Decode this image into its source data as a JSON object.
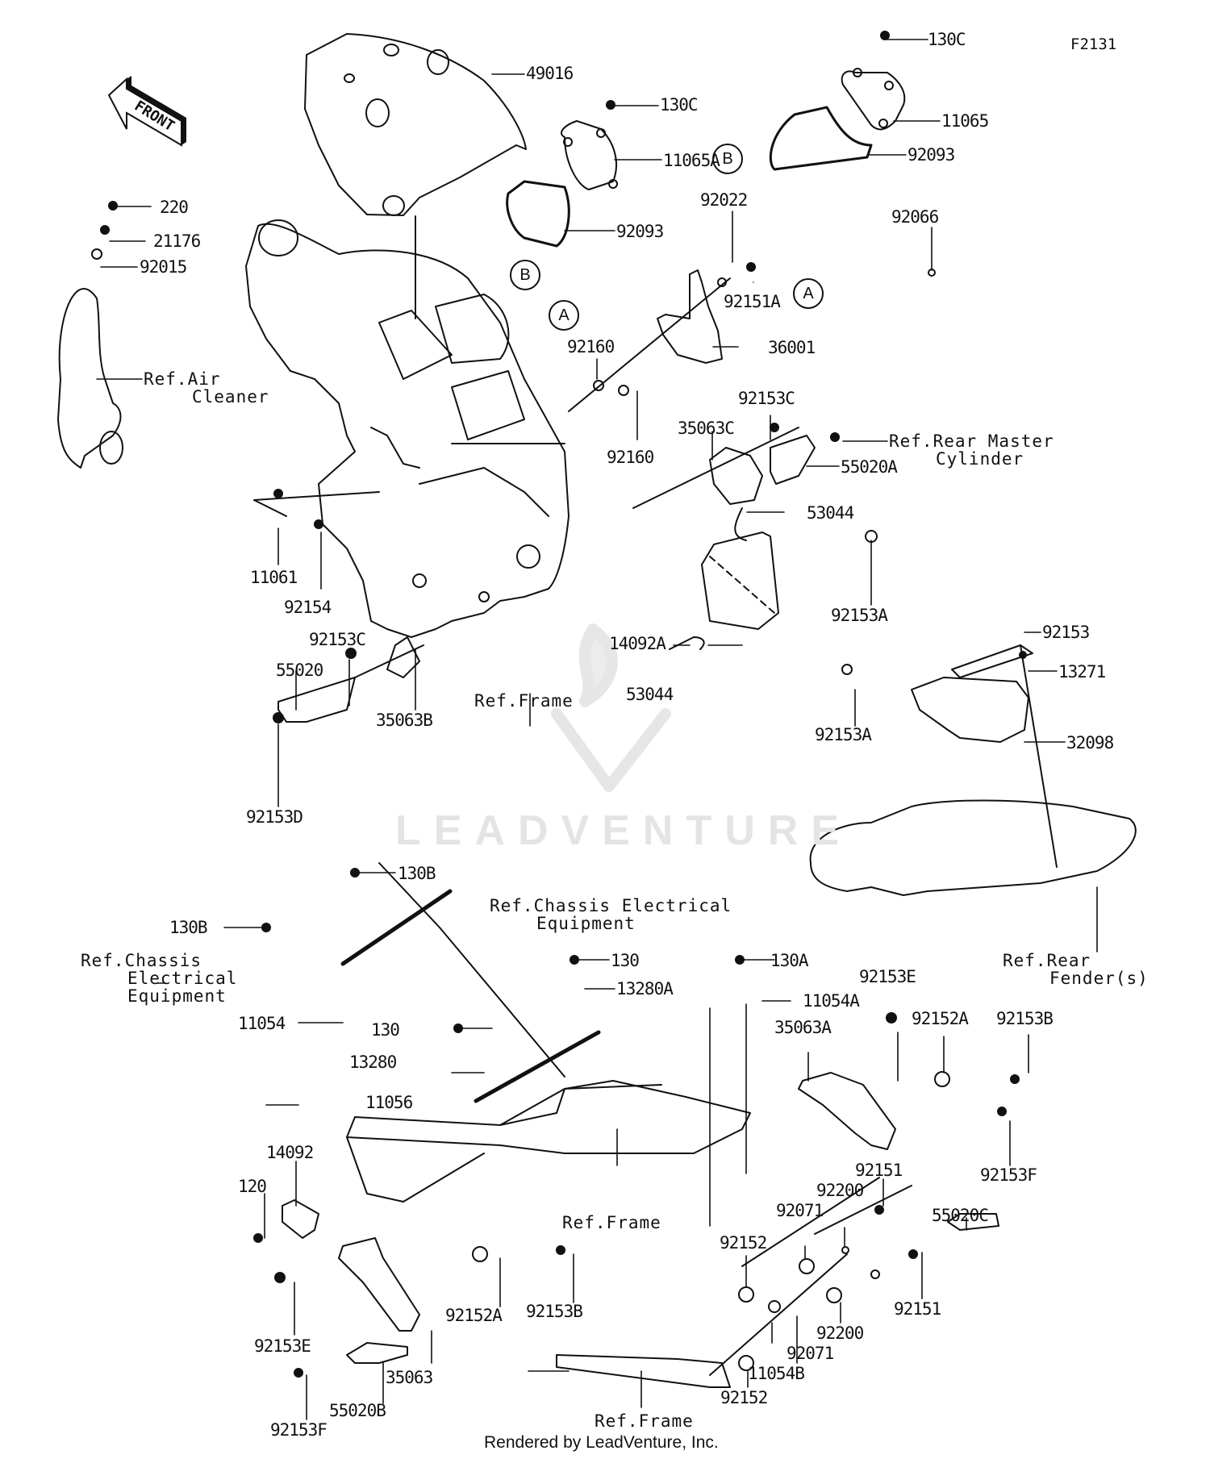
{
  "figure_id": "F2131",
  "footer": "Rendered by LeadVenture, Inc.",
  "watermark": "LEADVENTURE",
  "front_indicator": "FRONT",
  "reference_markers": [
    {
      "id": "marker-a-top",
      "letter": "A"
    },
    {
      "id": "marker-b-top",
      "letter": "B"
    },
    {
      "id": "marker-a-right",
      "letter": "A"
    },
    {
      "id": "marker-b-right",
      "letter": "B"
    }
  ],
  "part_labels": [
    {
      "id": "p49016",
      "text": "49016"
    },
    {
      "id": "p130c-1",
      "text": "130C"
    },
    {
      "id": "p11065a",
      "text": "11065A"
    },
    {
      "id": "p92093-1",
      "text": "92093"
    },
    {
      "id": "p130c-2",
      "text": "130C"
    },
    {
      "id": "p11065",
      "text": "11065"
    },
    {
      "id": "p92093-2",
      "text": "92093"
    },
    {
      "id": "p92066",
      "text": "92066"
    },
    {
      "id": "p220",
      "text": "220"
    },
    {
      "id": "p21176",
      "text": "21176"
    },
    {
      "id": "p92015",
      "text": "92015"
    },
    {
      "id": "p92022",
      "text": "92022"
    },
    {
      "id": "p92151a",
      "text": "92151A"
    },
    {
      "id": "p36001",
      "text": "36001"
    },
    {
      "id": "p92160-1",
      "text": "92160"
    },
    {
      "id": "p92160-2",
      "text": "92160"
    },
    {
      "id": "p92153c-1",
      "text": "92153C"
    },
    {
      "id": "p35063c",
      "text": "35063C"
    },
    {
      "id": "p55020a",
      "text": "55020A"
    },
    {
      "id": "p53044-1",
      "text": "53044"
    },
    {
      "id": "p92153a-1",
      "text": "92153A"
    },
    {
      "id": "p14092a",
      "text": "14092A"
    },
    {
      "id": "p53044-2",
      "text": "53044"
    },
    {
      "id": "p92153a-2",
      "text": "92153A"
    },
    {
      "id": "p11061",
      "text": "11061"
    },
    {
      "id": "p92154",
      "text": "92154"
    },
    {
      "id": "p92153c-2",
      "text": "92153C"
    },
    {
      "id": "p55020",
      "text": "55020"
    },
    {
      "id": "p35063b",
      "text": "35063B"
    },
    {
      "id": "p92153d",
      "text": "92153D"
    },
    {
      "id": "p92153",
      "text": "92153"
    },
    {
      "id": "p13271",
      "text": "13271"
    },
    {
      "id": "p32098",
      "text": "32098"
    },
    {
      "id": "p130b-1",
      "text": "130B"
    },
    {
      "id": "p130b-2",
      "text": "130B"
    },
    {
      "id": "p11054",
      "text": "11054"
    },
    {
      "id": "p130-1",
      "text": "130"
    },
    {
      "id": "p13280a",
      "text": "13280A"
    },
    {
      "id": "p130-2",
      "text": "130"
    },
    {
      "id": "p13280",
      "text": "13280"
    },
    {
      "id": "p11056",
      "text": "11056"
    },
    {
      "id": "p130a",
      "text": "130A"
    },
    {
      "id": "p11054a",
      "text": "11054A"
    },
    {
      "id": "p92153e-1",
      "text": "92153E"
    },
    {
      "id": "p35063a",
      "text": "35063A"
    },
    {
      "id": "p92152a-1",
      "text": "92152A"
    },
    {
      "id": "p92153b-1",
      "text": "92153B"
    },
    {
      "id": "p92153f-1",
      "text": "92153F"
    },
    {
      "id": "p55020c",
      "text": "55020C"
    },
    {
      "id": "p14092",
      "text": "14092"
    },
    {
      "id": "p120",
      "text": "120"
    },
    {
      "id": "p92153e-2",
      "text": "92153E"
    },
    {
      "id": "p92152a-2",
      "text": "92152A"
    },
    {
      "id": "p92153b-2",
      "text": "92153B"
    },
    {
      "id": "p35063",
      "text": "35063"
    },
    {
      "id": "p55020b",
      "text": "55020B"
    },
    {
      "id": "p92153f-2",
      "text": "92153F"
    },
    {
      "id": "p92151-1",
      "text": "92151"
    },
    {
      "id": "p92200-1",
      "text": "92200"
    },
    {
      "id": "p92071-1",
      "text": "92071"
    },
    {
      "id": "p92152-1",
      "text": "92152"
    },
    {
      "id": "p92151-2",
      "text": "92151"
    },
    {
      "id": "p92200-2",
      "text": "92200"
    },
    {
      "id": "p92071-2",
      "text": "92071"
    },
    {
      "id": "p11054b",
      "text": "11054B"
    },
    {
      "id": "p92152-2",
      "text": "92152"
    }
  ],
  "reference_labels": {
    "air_cleaner": [
      "Ref.Air",
      "Cleaner"
    ],
    "rear_master_cylinder": [
      "Ref.Rear Master",
      "Cylinder"
    ],
    "frame_1": [
      "Ref.Frame"
    ],
    "chassis_elec_1": [
      "Ref.Chassis Electrical",
      "Equipment"
    ],
    "chassis_elec_2": [
      "Ref.Chassis",
      "Electrical",
      "Equipment"
    ],
    "rear_fender": [
      "Ref.Rear",
      "Fender(s)"
    ],
    "frame_2": [
      "Ref.Frame"
    ],
    "frame_3": [
      "Ref.Frame"
    ]
  }
}
